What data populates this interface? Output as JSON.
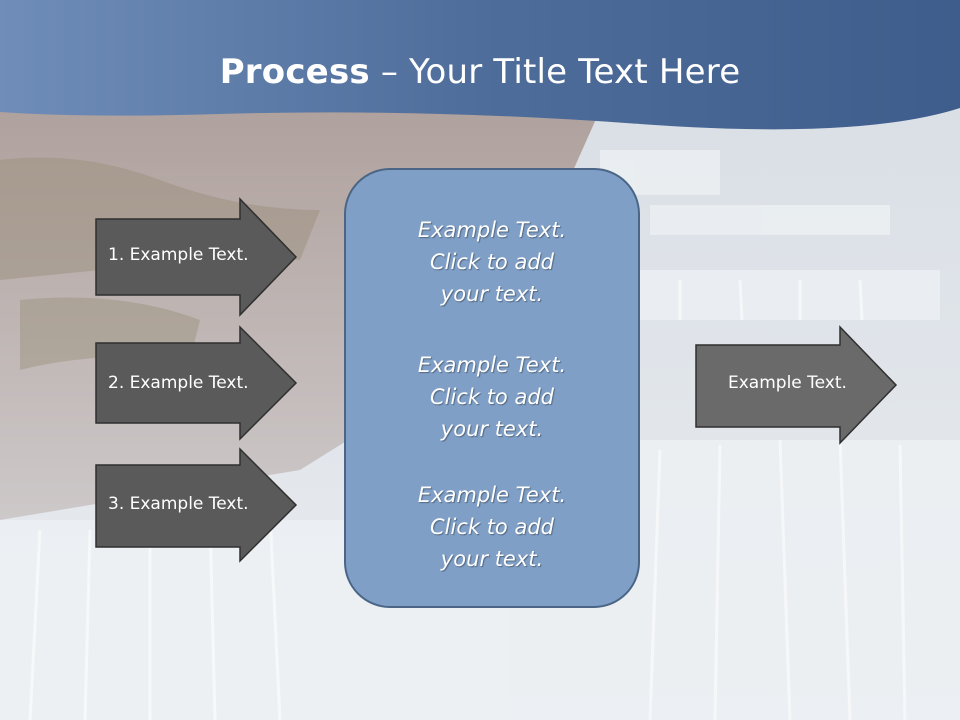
{
  "title": {
    "bold": "Process",
    "rest": " – Your Title Text Here"
  },
  "left_arrows": [
    {
      "label": "1. Example Text."
    },
    {
      "label": "2. Example Text."
    },
    {
      "label": "3. Example Text."
    }
  ],
  "center_box": {
    "blocks": [
      {
        "lines": [
          "Example Text.",
          "Click  to add",
          "your text."
        ]
      },
      {
        "lines": [
          "Example Text.",
          "Click  to add",
          "your text."
        ]
      },
      {
        "lines": [
          "Example Text.",
          "Click  to add",
          "your text."
        ]
      }
    ]
  },
  "right_arrow": {
    "label": "Example Text."
  },
  "colors": {
    "title_band": "#4f6d9a",
    "arrow_fill": "#5a5a5a",
    "box_fill": "#7f9fc6",
    "box_border": "#4a6585"
  }
}
